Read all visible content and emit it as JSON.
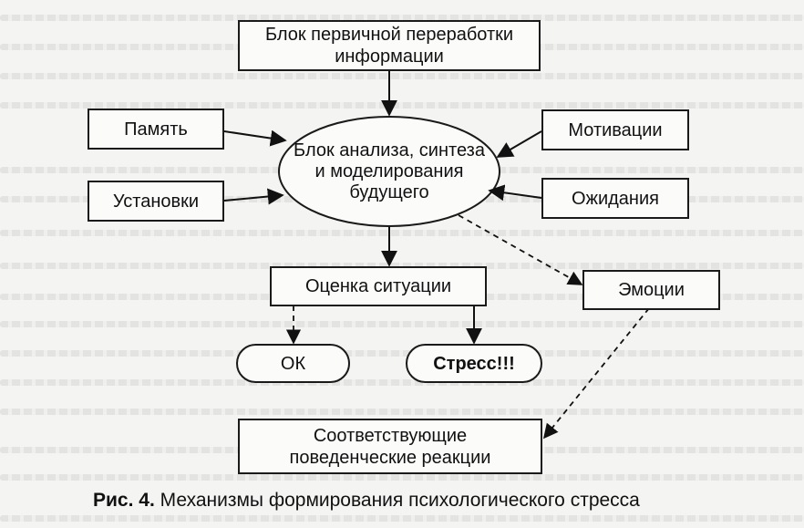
{
  "figure": {
    "top_box": "Блок первичной переработки информации",
    "center": "Блок анализа, синтеза и моделирования будущего",
    "memory": "Память",
    "attitudes": "Установки",
    "motivations": "Мотивации",
    "expectations": "Ожидания",
    "assessment": "Оценка ситуации",
    "emotions": "Эмоции",
    "ok": "ОК",
    "stress": "Стресс!!!",
    "reactions": "Соответствующие поведенческие реакции"
  },
  "caption": {
    "label": "Рис. 4.",
    "text": " Механизмы формирования психологического стресса"
  }
}
